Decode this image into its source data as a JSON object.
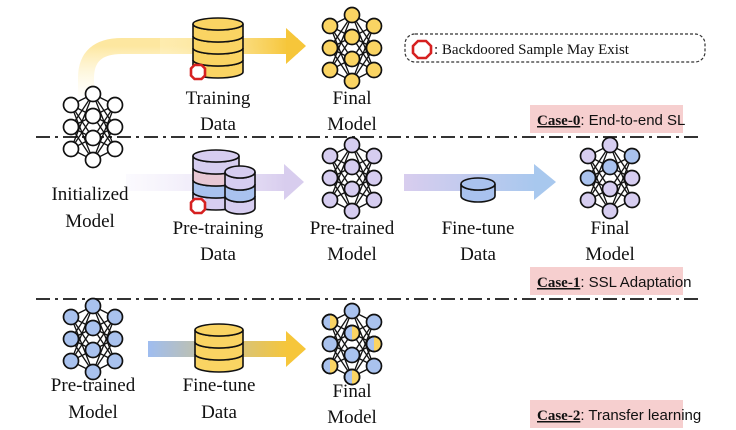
{
  "legend": {
    "text": ": Backdoored Sample May Exist"
  },
  "cases": [
    {
      "prefix": "Case-0",
      "title": ": End-to-end SL",
      "highlight": "#f6cfcf"
    },
    {
      "prefix": "Case-1",
      "title": ": SSL Adaptation",
      "highlight": "#f6cfcf"
    },
    {
      "prefix": "Case-2",
      "title": ": Transfer learning",
      "highlight": "#f6cfcf"
    }
  ],
  "labels": {
    "initialized_model": [
      "Initialized",
      "Model"
    ],
    "c0_training_data": [
      "Training",
      "Data"
    ],
    "c0_final_model": [
      "Final",
      "Model"
    ],
    "c1_pretraining_data": [
      "Pre-training",
      "Data"
    ],
    "c1_pretrained_model": [
      "Pre-trained",
      "Model"
    ],
    "c1_finetune_data": [
      "Fine-tune",
      "Data"
    ],
    "c1_final_model": [
      "Final",
      "Model"
    ],
    "c2_pretrained_model": [
      "Pre-trained",
      "Model"
    ],
    "c2_finetune_data": [
      "Fine-tune",
      "Data"
    ],
    "c2_final_model": [
      "Final",
      "Model"
    ]
  },
  "colors": {
    "yellow": "#fad463",
    "purple": "#d6cdf0",
    "blue": "#a9c2ee",
    "white": "#ffffff",
    "marker_red": "#d62020",
    "arrow_yellow": "#f6c63a"
  }
}
